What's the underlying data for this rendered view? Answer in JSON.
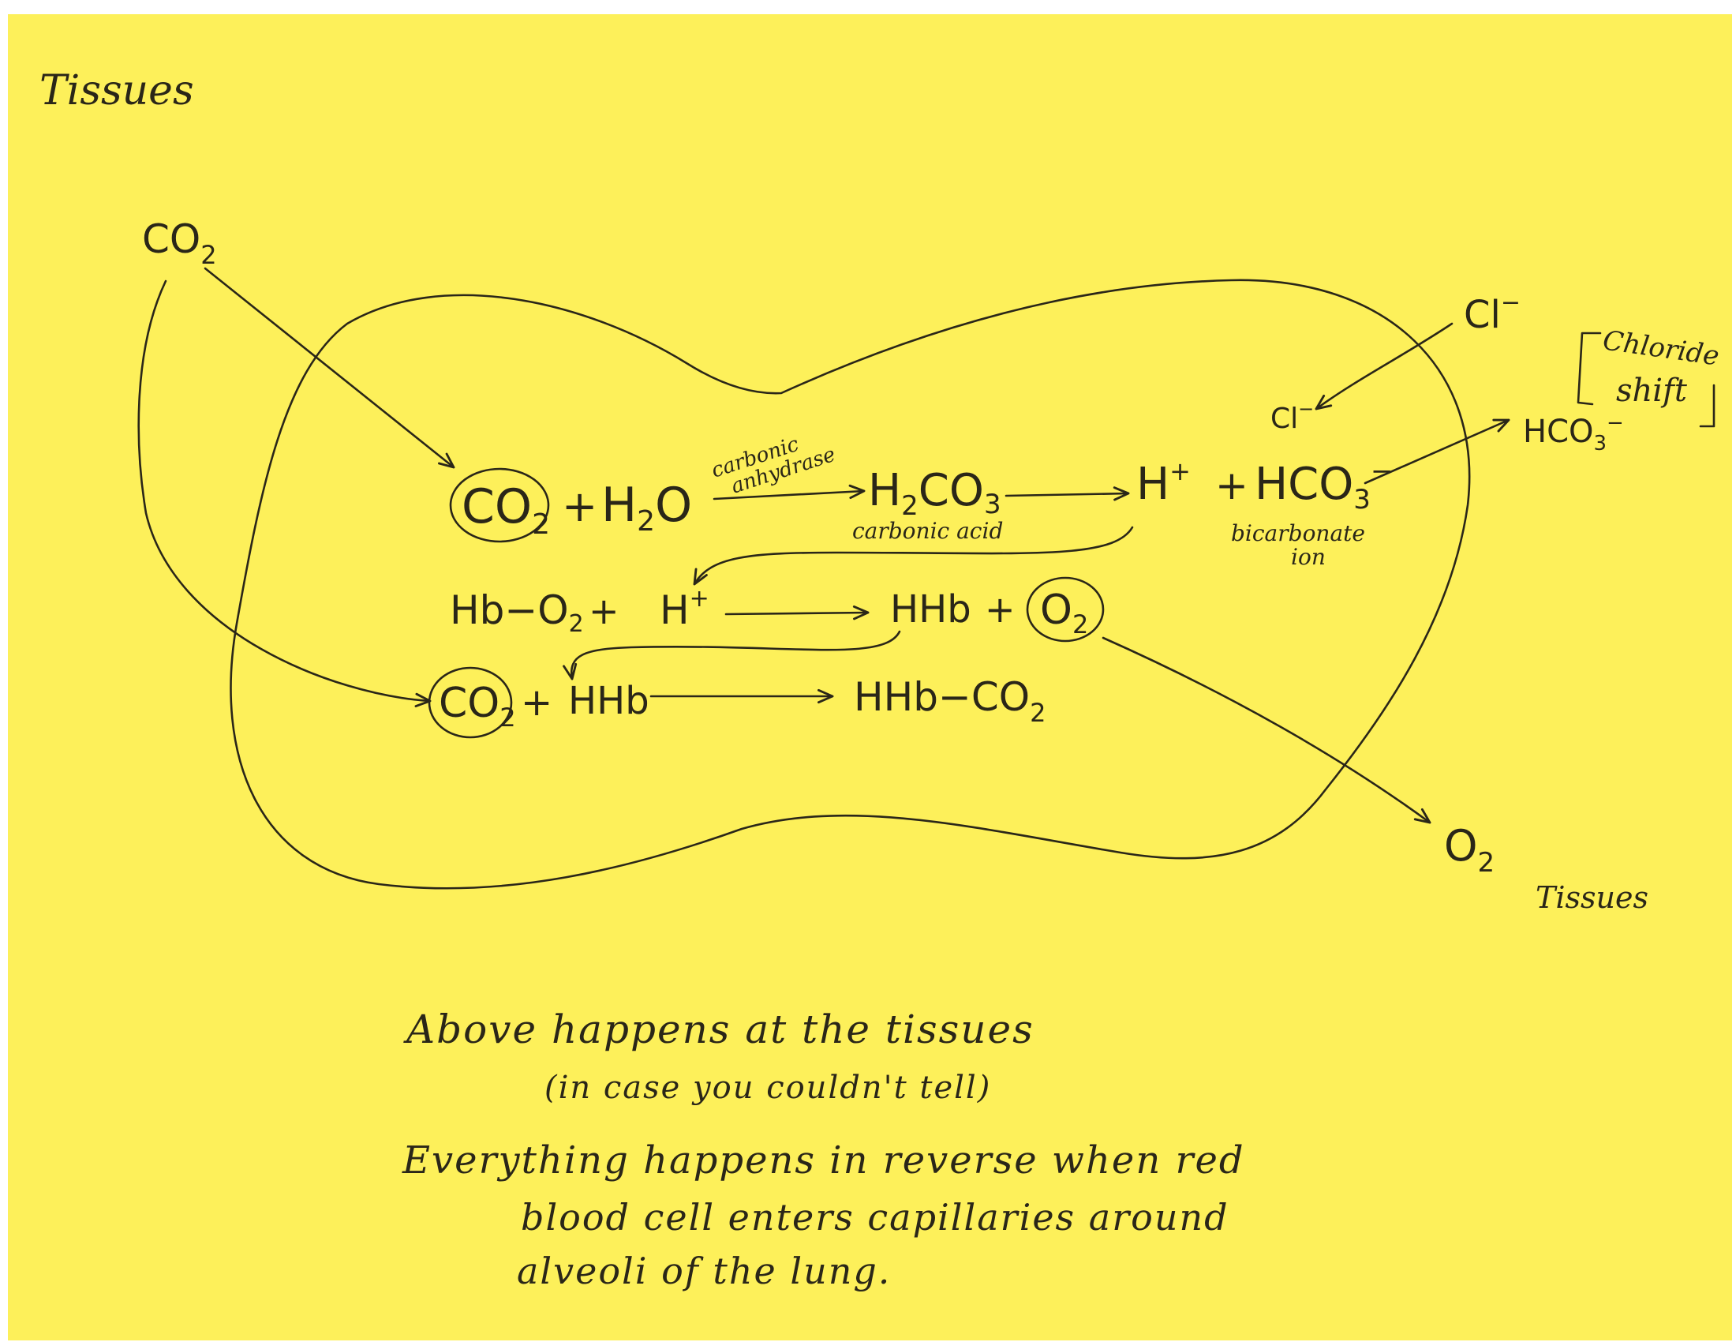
{
  "labels": {
    "tissues_top": "Tissues",
    "tissues_bottom": "Tissues",
    "co2_outside": "CO",
    "co2_outside_sub": "2",
    "cl_outside": "Cl",
    "cl_outside_sup": "−",
    "cl_inside": "Cl",
    "cl_inside_sup": "−",
    "hco3_outside": "HCO",
    "hco3_outside_sub": "3",
    "hco3_outside_sup": "−",
    "chloride_shift_line1": "Chloride",
    "chloride_shift_line2": "shift",
    "o2_outside": "O",
    "o2_outside_sub": "2"
  },
  "equations": {
    "row1": {
      "co2": "CO",
      "co2_sub": "2",
      "plus1": "+",
      "h2o_h": "H",
      "h2o_sub": "2",
      "h2o_o": "O",
      "enzyme_line1": "carbonic",
      "enzyme_line2": "anhydrase",
      "h2co3_h": "H",
      "h2co3_sub1": "2",
      "h2co3_co": "CO",
      "h2co3_sub2": "3",
      "carbonic_acid": "carbonic acid",
      "h": "H",
      "h_sup": "+",
      "plus2": "+",
      "hco3": "HCO",
      "hco3_sub": "3",
      "hco3_sup": "−",
      "bicarbonate_line1": "bicarbonate",
      "bicarbonate_line2": "ion"
    },
    "row2": {
      "hbo2": "Hb−O",
      "hbo2_sub": "2",
      "plus1": "+",
      "h": "H",
      "h_sup": "+",
      "hhb": "HHb",
      "plus2": "+",
      "o2": "O",
      "o2_sub": "2"
    },
    "row3": {
      "co2": "CO",
      "co2_sub": "2",
      "plus": "+",
      "hhb": "HHb",
      "product": "HHb−CO",
      "product_sub": "2"
    }
  },
  "notes": {
    "line1": "Above happens at the tissues",
    "line2": "(in case you couldn't tell)",
    "line3": "Everything happens in reverse when red",
    "line4": "blood cell enters capillaries around",
    "line5": "alveoli of the lung."
  }
}
